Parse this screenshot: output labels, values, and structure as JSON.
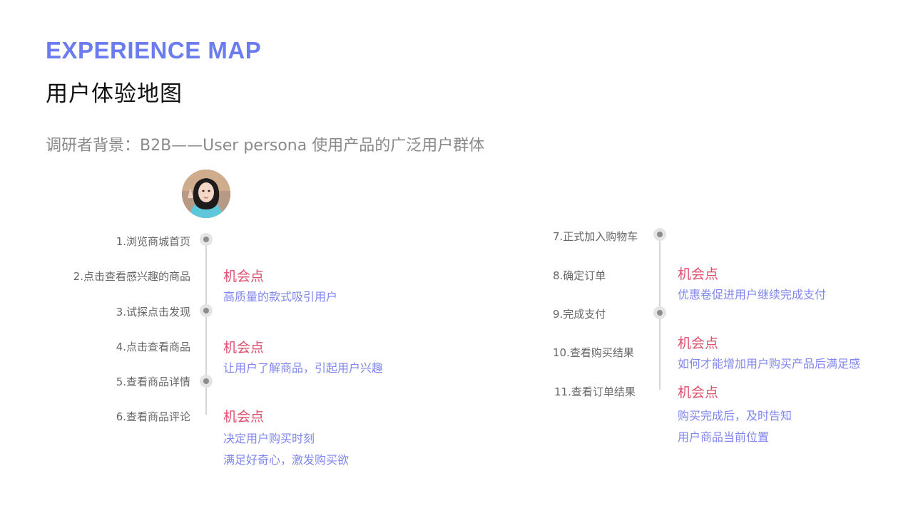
{
  "header": {
    "title_en": "EXPERIENCE MAP",
    "title_cn": "用户体验地图",
    "background": "调研者背景：B2B——User persona 使用产品的广泛用户群体"
  },
  "colors": {
    "title_accent": "#6b7cf0",
    "opportunity_title": "#e0506e",
    "opportunity_desc": "#7f86ee",
    "step_text": "#666666"
  },
  "left_steps": [
    "1.浏览商城首页",
    "2.点击查看感兴趣的商品",
    "3.试探点击发现",
    "4.点击查看商品",
    "5.查看商品详情",
    "6.查看商品评论"
  ],
  "left_opportunities": [
    {
      "title": "机会点",
      "lines": [
        "高质量的款式吸引用户"
      ]
    },
    {
      "title": "机会点",
      "lines": [
        "让用户了解商品，引起用户兴趣"
      ]
    },
    {
      "title": "机会点",
      "lines": [
        "决定用户购买时刻",
        "满足好奇心，激发购买欲"
      ]
    }
  ],
  "right_steps": [
    "7.正式加入购物车",
    "8.确定订单",
    "9.完成支付",
    "10.查看购买结果",
    "11.查看订单结果"
  ],
  "right_opportunities": [
    {
      "title": "机会点",
      "lines": [
        "优惠卷促进用户继续完成支付"
      ]
    },
    {
      "title": "机会点",
      "lines": [
        "如何才能增加用户购买产品后满足感"
      ]
    },
    {
      "title": "机会点",
      "lines": [
        "购买完成后，及时告知",
        "用户商品当前位置"
      ]
    }
  ]
}
